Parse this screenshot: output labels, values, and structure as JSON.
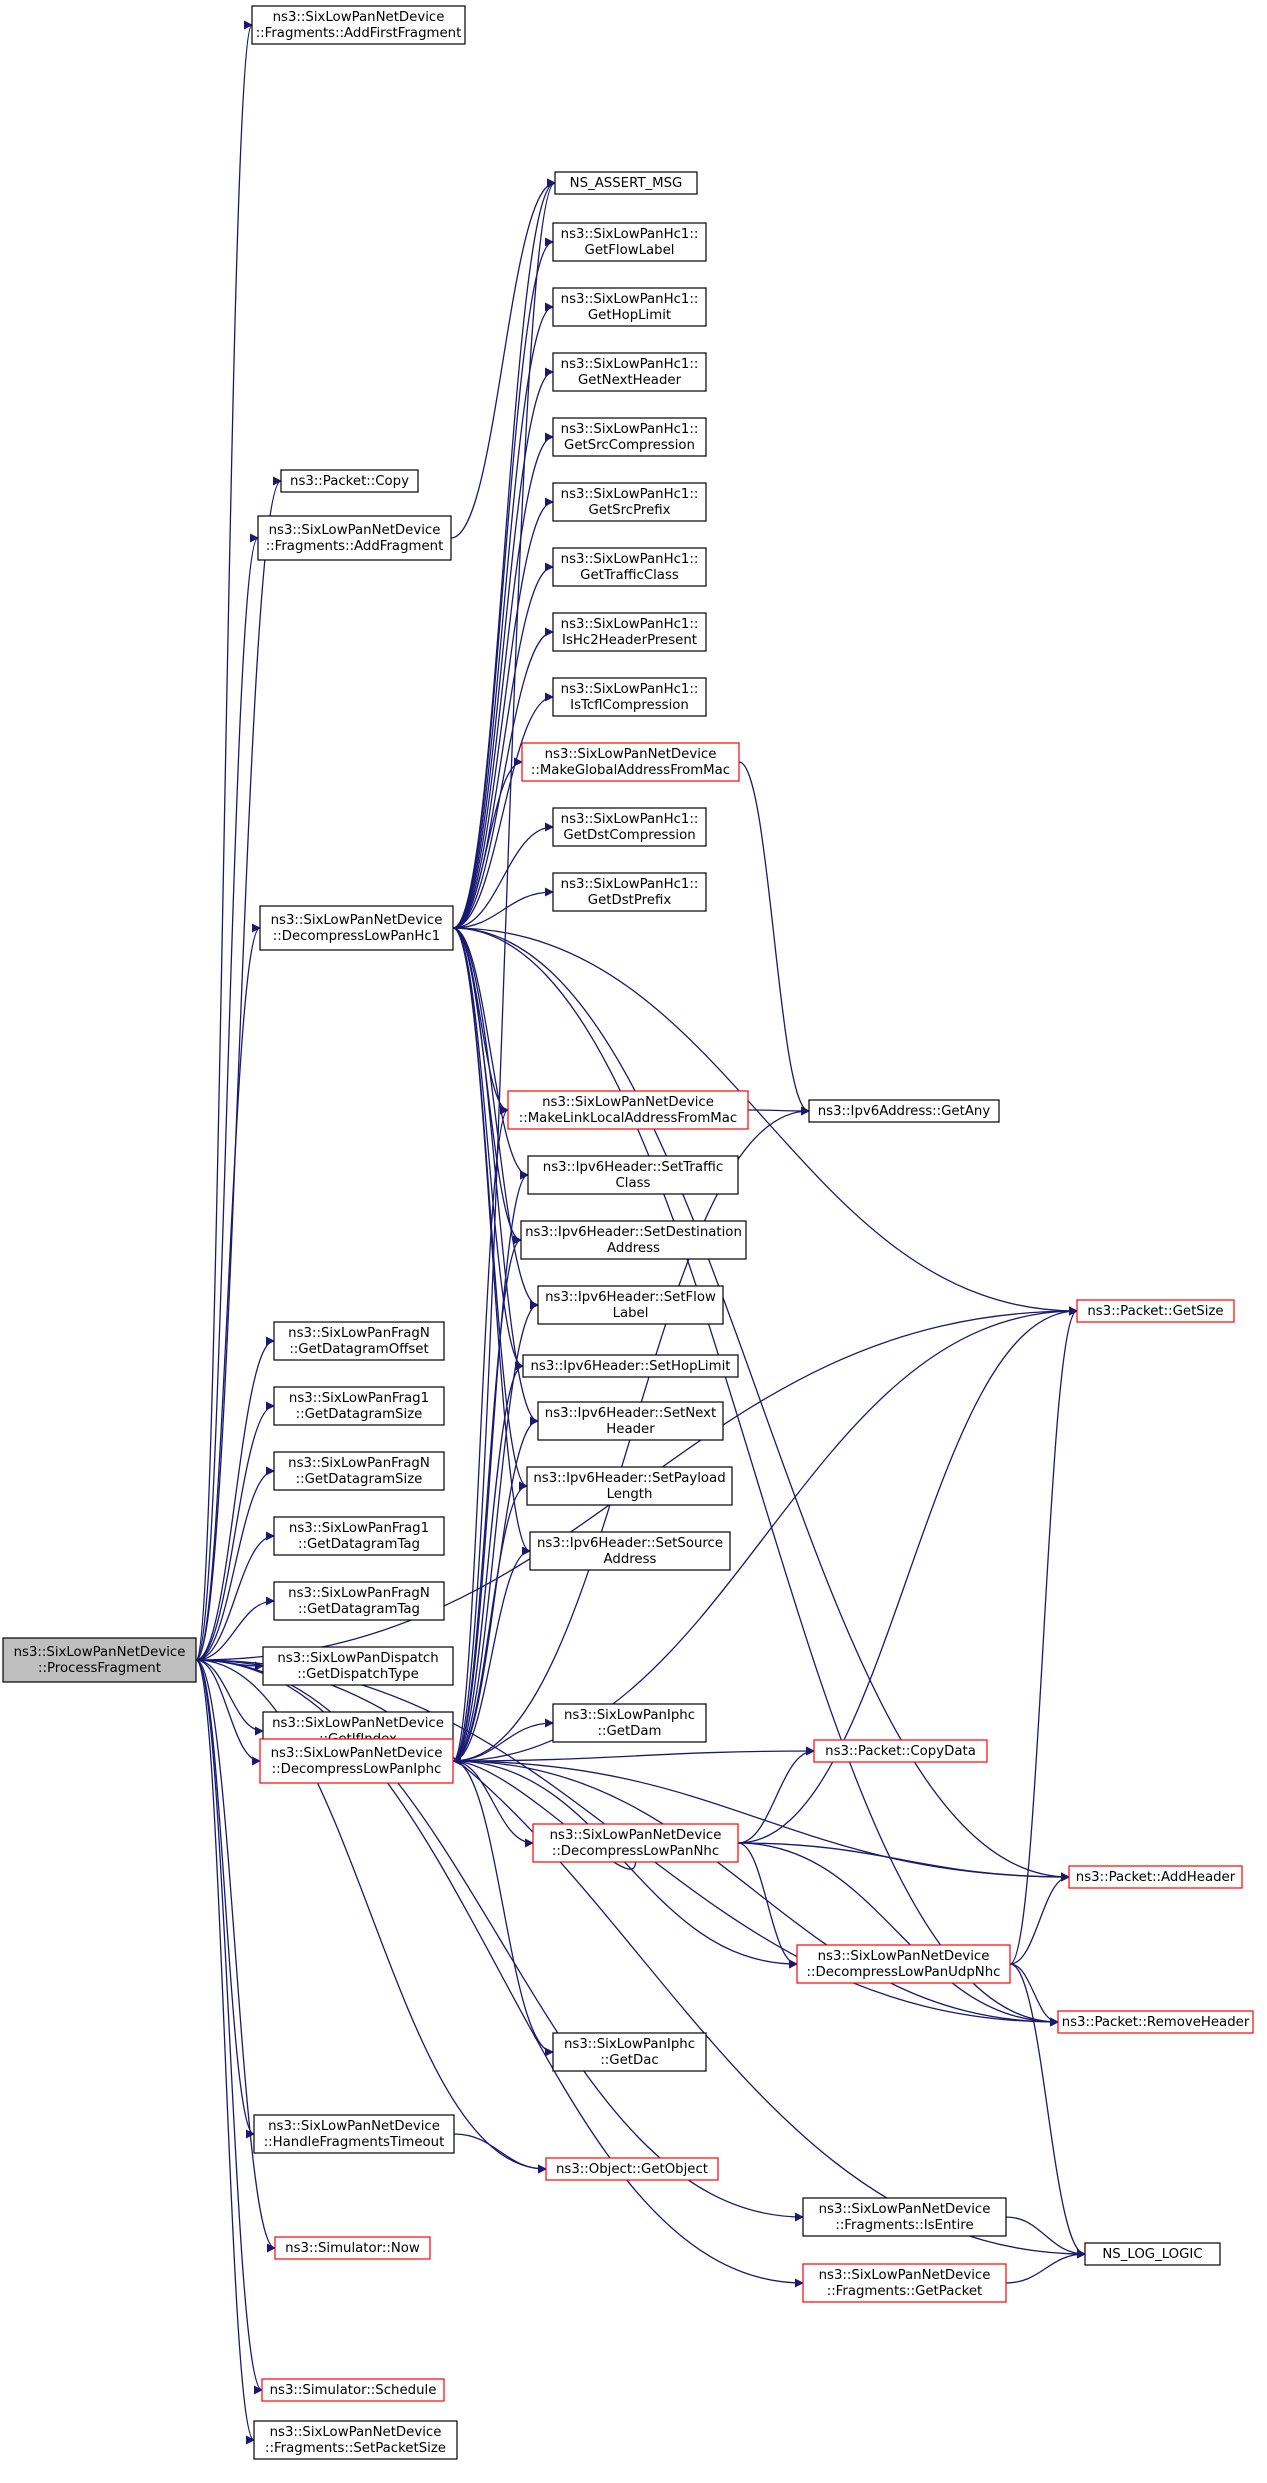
{
  "colors": {
    "edge": "#191970",
    "normal_border": "#000000",
    "truncated_border": "#ff0000",
    "root_fill": "#bfbfbf"
  },
  "nodes": [
    {
      "id": "root",
      "lines": [
        "ns3::SixLowPanNetDevice",
        "::ProcessFragment"
      ],
      "kind": "root"
    },
    {
      "id": "addFirstFragment",
      "lines": [
        "ns3::SixLowPanNetDevice",
        "::Fragments::AddFirstFragment"
      ],
      "kind": "normal"
    },
    {
      "id": "nsAssert",
      "lines": [
        "NS_ASSERT_MSG"
      ],
      "kind": "normal"
    },
    {
      "id": "getFlowLabel",
      "lines": [
        "ns3::SixLowPanHc1::",
        "GetFlowLabel"
      ],
      "kind": "normal"
    },
    {
      "id": "getHopLimit",
      "lines": [
        "ns3::SixLowPanHc1::",
        "GetHopLimit"
      ],
      "kind": "normal"
    },
    {
      "id": "getNextHeader",
      "lines": [
        "ns3::SixLowPanHc1::",
        "GetNextHeader"
      ],
      "kind": "normal"
    },
    {
      "id": "getSrcCompression",
      "lines": [
        "ns3::SixLowPanHc1::",
        "GetSrcCompression"
      ],
      "kind": "normal"
    },
    {
      "id": "packetCopy",
      "lines": [
        "ns3::Packet::Copy"
      ],
      "kind": "normal"
    },
    {
      "id": "addFragment",
      "lines": [
        "ns3::SixLowPanNetDevice",
        "::Fragments::AddFragment"
      ],
      "kind": "normal"
    },
    {
      "id": "getSrcPrefix",
      "lines": [
        "ns3::SixLowPanHc1::",
        "GetSrcPrefix"
      ],
      "kind": "normal"
    },
    {
      "id": "getTrafficClass",
      "lines": [
        "ns3::SixLowPanHc1::",
        "GetTrafficClass"
      ],
      "kind": "normal"
    },
    {
      "id": "isHc2",
      "lines": [
        "ns3::SixLowPanHc1::",
        "IsHc2HeaderPresent"
      ],
      "kind": "normal"
    },
    {
      "id": "isTcfl",
      "lines": [
        "ns3::SixLowPanHc1::",
        "IsTcflCompression"
      ],
      "kind": "normal"
    },
    {
      "id": "makeGlobal",
      "lines": [
        "ns3::SixLowPanNetDevice",
        "::MakeGlobalAddressFromMac"
      ],
      "kind": "truncated"
    },
    {
      "id": "getDstCompression",
      "lines": [
        "ns3::SixLowPanHc1::",
        "GetDstCompression"
      ],
      "kind": "normal"
    },
    {
      "id": "getDstPrefix",
      "lines": [
        "ns3::SixLowPanHc1::",
        "GetDstPrefix"
      ],
      "kind": "normal"
    },
    {
      "id": "decompHc1",
      "lines": [
        "ns3::SixLowPanNetDevice",
        "::DecompressLowPanHc1"
      ],
      "kind": "normal"
    },
    {
      "id": "makeLinkLocal",
      "lines": [
        "ns3::SixLowPanNetDevice",
        "::MakeLinkLocalAddressFromMac"
      ],
      "kind": "truncated"
    },
    {
      "id": "getAny",
      "lines": [
        "ns3::Ipv6Address::GetAny"
      ],
      "kind": "normal"
    },
    {
      "id": "setTraffic",
      "lines": [
        "ns3::Ipv6Header::SetTraffic",
        "Class"
      ],
      "kind": "normal"
    },
    {
      "id": "setDest",
      "lines": [
        "ns3::Ipv6Header::SetDestination",
        "Address"
      ],
      "kind": "normal"
    },
    {
      "id": "getSize",
      "lines": [
        "ns3::Packet::GetSize"
      ],
      "kind": "truncated"
    },
    {
      "id": "setFlow",
      "lines": [
        "ns3::Ipv6Header::SetFlow",
        "Label"
      ],
      "kind": "normal"
    },
    {
      "id": "setHopLimit",
      "lines": [
        "ns3::Ipv6Header::SetHopLimit"
      ],
      "kind": "normal"
    },
    {
      "id": "setNext",
      "lines": [
        "ns3::Ipv6Header::SetNext",
        "Header"
      ],
      "kind": "normal"
    },
    {
      "id": "setPayload",
      "lines": [
        "ns3::Ipv6Header::SetPayload",
        "Length"
      ],
      "kind": "normal"
    },
    {
      "id": "setSource",
      "lines": [
        "ns3::Ipv6Header::SetSource",
        "Address"
      ],
      "kind": "normal"
    },
    {
      "id": "fragNOffset",
      "lines": [
        "ns3::SixLowPanFragN",
        "::GetDatagramOffset"
      ],
      "kind": "normal"
    },
    {
      "id": "frag1Size",
      "lines": [
        "ns3::SixLowPanFrag1",
        "::GetDatagramSize"
      ],
      "kind": "normal"
    },
    {
      "id": "fragNSize",
      "lines": [
        "ns3::SixLowPanFragN",
        "::GetDatagramSize"
      ],
      "kind": "normal"
    },
    {
      "id": "frag1Tag",
      "lines": [
        "ns3::SixLowPanFrag1",
        "::GetDatagramTag"
      ],
      "kind": "normal"
    },
    {
      "id": "fragNTag",
      "lines": [
        "ns3::SixLowPanFragN",
        "::GetDatagramTag"
      ],
      "kind": "normal"
    },
    {
      "id": "dispatchType",
      "lines": [
        "ns3::SixLowPanDispatch",
        "::GetDispatchType"
      ],
      "kind": "normal"
    },
    {
      "id": "getIfIndex",
      "lines": [
        "ns3::SixLowPanNetDevice",
        "::GetIfIndex"
      ],
      "kind": "normal"
    },
    {
      "id": "decompIphc",
      "lines": [
        "ns3::SixLowPanNetDevice",
        "::DecompressLowPanIphc"
      ],
      "kind": "truncated"
    },
    {
      "id": "getDam",
      "lines": [
        "ns3::SixLowPanIphc",
        "::GetDam"
      ],
      "kind": "normal"
    },
    {
      "id": "copyData",
      "lines": [
        "ns3::Packet::CopyData"
      ],
      "kind": "truncated"
    },
    {
      "id": "decompNhc",
      "lines": [
        "ns3::SixLowPanNetDevice",
        "::DecompressLowPanNhc"
      ],
      "kind": "truncated"
    },
    {
      "id": "addHeader",
      "lines": [
        "ns3::Packet::AddHeader"
      ],
      "kind": "truncated"
    },
    {
      "id": "decompUdp",
      "lines": [
        "ns3::SixLowPanNetDevice",
        "::DecompressLowPanUdpNhc"
      ],
      "kind": "truncated"
    },
    {
      "id": "getDac",
      "lines": [
        "ns3::SixLowPanIphc",
        "::GetDac"
      ],
      "kind": "normal"
    },
    {
      "id": "removeHeader",
      "lines": [
        "ns3::Packet::RemoveHeader"
      ],
      "kind": "truncated"
    },
    {
      "id": "handleTimeout",
      "lines": [
        "ns3::SixLowPanNetDevice",
        "::HandleFragmentsTimeout"
      ],
      "kind": "normal"
    },
    {
      "id": "getObject",
      "lines": [
        "ns3::Object::GetObject"
      ],
      "kind": "truncated"
    },
    {
      "id": "isEntire",
      "lines": [
        "ns3::SixLowPanNetDevice",
        "::Fragments::IsEntire"
      ],
      "kind": "normal"
    },
    {
      "id": "now",
      "lines": [
        "ns3::Simulator::Now"
      ],
      "kind": "truncated"
    },
    {
      "id": "logLogic",
      "lines": [
        "NS_LOG_LOGIC"
      ],
      "kind": "normal"
    },
    {
      "id": "getPacket",
      "lines": [
        "ns3::SixLowPanNetDevice",
        "::Fragments::GetPacket"
      ],
      "kind": "truncated"
    },
    {
      "id": "schedule",
      "lines": [
        "ns3::Simulator::Schedule"
      ],
      "kind": "truncated"
    },
    {
      "id": "setPacketSize",
      "lines": [
        "ns3::SixLowPanNetDevice",
        "::Fragments::SetPacketSize"
      ],
      "kind": "normal"
    }
  ],
  "edges": [
    [
      "root",
      "addFirstFragment"
    ],
    [
      "root",
      "getSize"
    ],
    [
      "root",
      "packetCopy"
    ],
    [
      "root",
      "addFragment"
    ],
    [
      "root",
      "decompHc1"
    ],
    [
      "root",
      "fragNOffset"
    ],
    [
      "root",
      "frag1Size"
    ],
    [
      "root",
      "fragNSize"
    ],
    [
      "root",
      "frag1Tag"
    ],
    [
      "root",
      "fragNTag"
    ],
    [
      "root",
      "dispatchType"
    ],
    [
      "root",
      "getIfIndex"
    ],
    [
      "root",
      "decompIphc"
    ],
    [
      "root",
      "removeHeader"
    ],
    [
      "root",
      "handleTimeout"
    ],
    [
      "root",
      "getObject"
    ],
    [
      "root",
      "isEntire"
    ],
    [
      "root",
      "now"
    ],
    [
      "root",
      "getPacket"
    ],
    [
      "root",
      "logLogic"
    ],
    [
      "root",
      "schedule"
    ],
    [
      "root",
      "setPacketSize"
    ],
    [
      "addFragment",
      "nsAssert"
    ],
    [
      "decompHc1",
      "nsAssert"
    ],
    [
      "decompHc1",
      "getFlowLabel"
    ],
    [
      "decompHc1",
      "getHopLimit"
    ],
    [
      "decompHc1",
      "getNextHeader"
    ],
    [
      "decompHc1",
      "getSrcCompression"
    ],
    [
      "decompHc1",
      "getSrcPrefix"
    ],
    [
      "decompHc1",
      "getTrafficClass"
    ],
    [
      "decompHc1",
      "isHc2"
    ],
    [
      "decompHc1",
      "isTcfl"
    ],
    [
      "decompHc1",
      "makeGlobal"
    ],
    [
      "decompHc1",
      "getDstCompression"
    ],
    [
      "decompHc1",
      "getDstPrefix"
    ],
    [
      "decompHc1",
      "getSize"
    ],
    [
      "decompHc1",
      "addHeader"
    ],
    [
      "decompHc1",
      "removeHeader"
    ],
    [
      "decompHc1",
      "makeLinkLocal"
    ],
    [
      "decompHc1",
      "setTraffic"
    ],
    [
      "decompHc1",
      "setDest"
    ],
    [
      "decompHc1",
      "setFlow"
    ],
    [
      "decompHc1",
      "setHopLimit"
    ],
    [
      "decompHc1",
      "setNext"
    ],
    [
      "decompHc1",
      "setPayload"
    ],
    [
      "decompHc1",
      "setSource"
    ],
    [
      "makeGlobal",
      "getAny"
    ],
    [
      "makeLinkLocal",
      "getAny"
    ],
    [
      "decompIphc",
      "nsAssert"
    ],
    [
      "decompIphc",
      "makeLinkLocal"
    ],
    [
      "decompIphc",
      "setTraffic"
    ],
    [
      "decompIphc",
      "setDest"
    ],
    [
      "decompIphc",
      "setFlow"
    ],
    [
      "decompIphc",
      "setHopLimit"
    ],
    [
      "decompIphc",
      "setNext"
    ],
    [
      "decompIphc",
      "setPayload"
    ],
    [
      "decompIphc",
      "setSource"
    ],
    [
      "decompIphc",
      "getAny"
    ],
    [
      "decompIphc",
      "getSize"
    ],
    [
      "decompIphc",
      "getDam"
    ],
    [
      "decompIphc",
      "copyData"
    ],
    [
      "decompIphc",
      "decompNhc"
    ],
    [
      "decompIphc",
      "addHeader"
    ],
    [
      "decompIphc",
      "decompUdp"
    ],
    [
      "decompIphc",
      "getDac"
    ],
    [
      "decompIphc",
      "removeHeader"
    ],
    [
      "decompNhc",
      "decompIphc"
    ],
    [
      "decompNhc",
      "copyData"
    ],
    [
      "decompNhc",
      "getSize"
    ],
    [
      "decompNhc",
      "addHeader"
    ],
    [
      "decompNhc",
      "decompUdp"
    ],
    [
      "decompNhc",
      "removeHeader"
    ],
    [
      "decompUdp",
      "getSize"
    ],
    [
      "decompUdp",
      "addHeader"
    ],
    [
      "decompUdp",
      "removeHeader"
    ],
    [
      "decompUdp",
      "logLogic"
    ],
    [
      "handleTimeout",
      "getObject"
    ],
    [
      "isEntire",
      "logLogic"
    ],
    [
      "getPacket",
      "logLogic"
    ]
  ]
}
